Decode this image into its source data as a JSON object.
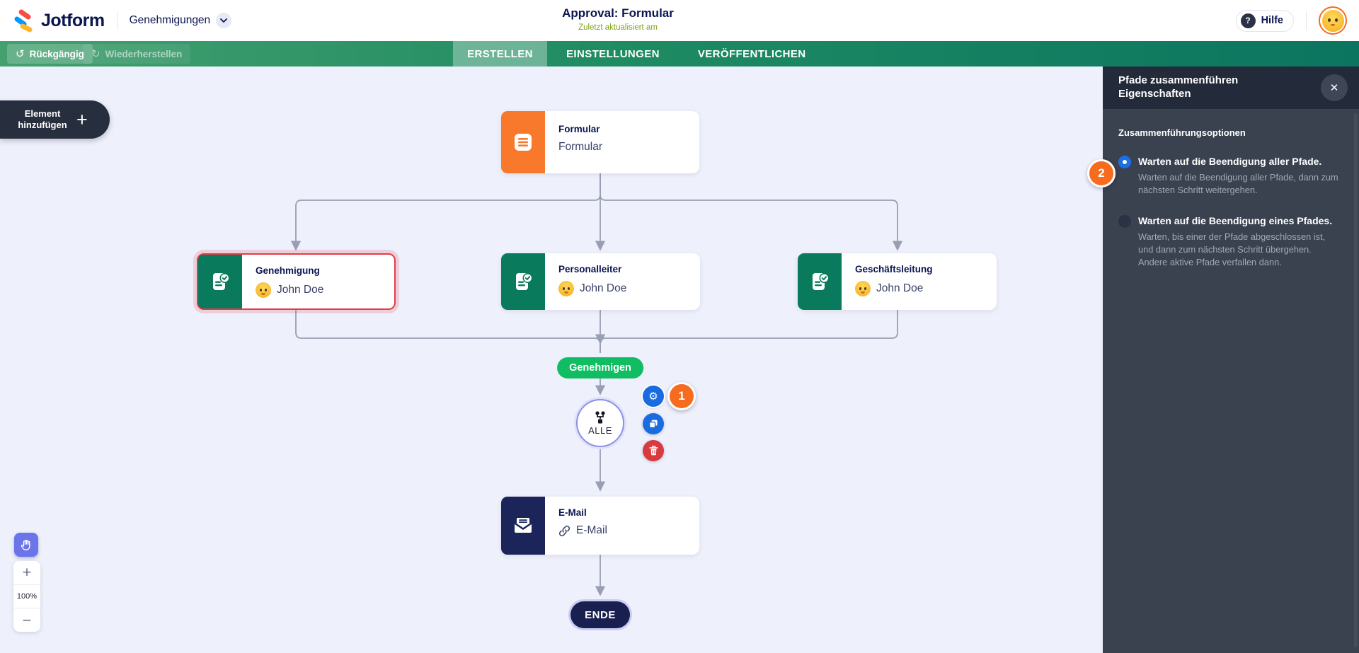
{
  "header": {
    "brand": "Jotform",
    "nav_dropdown": "Genehmigungen",
    "title": "Approval: Formular",
    "subtitle": "Zuletzt aktualisiert am",
    "help_label": "Hilfe"
  },
  "toolbar": {
    "undo_label": "Rückgängig",
    "redo_label": "Wiederherstellen",
    "tabs": [
      {
        "label": "ERSTELLEN",
        "active": true
      },
      {
        "label": "EINSTELLUNGEN",
        "active": false
      },
      {
        "label": "VERÖFFENTLICHEN",
        "active": false
      }
    ]
  },
  "canvas": {
    "add_element_label": "Element hinzufügen",
    "form_node": {
      "title": "Formular",
      "subtitle": "Formular"
    },
    "approval_nodes": [
      {
        "title": "Genehmigung",
        "assignee": "John Doe",
        "selected": true
      },
      {
        "title": "Personalleiter",
        "assignee": "John Doe",
        "selected": false
      },
      {
        "title": "Geschäftsleitung",
        "assignee": "John Doe",
        "selected": false
      }
    ],
    "branch_label": "Genehmigen",
    "merge_node": {
      "label": "ALLE"
    },
    "email_node": {
      "title": "E-Mail",
      "subtitle": "E-Mail"
    },
    "end_label": "ENDE",
    "step_badge": "1",
    "zoom_level": "100%"
  },
  "panel": {
    "title": "Pfade zusammenführen Eigenschaften",
    "section_title": "Zusammenführungsoptionen",
    "step_badge": "2",
    "options": [
      {
        "label": "Warten auf die Beendigung aller Pfade.",
        "description": "Warten auf die Beendigung aller Pfade, dann zum nächsten Schritt weitergehen.",
        "selected": true
      },
      {
        "label": "Warten auf die Beendigung eines Pfades.",
        "description": "Warten, bis einer der Pfade abgeschlossen ist, und dann zum nächsten Schritt übergehen. Andere aktive Pfade verfallen dann.",
        "selected": false
      }
    ]
  },
  "icons": {
    "undo": "↺",
    "redo": "↻",
    "help": "?",
    "gear": "⚙",
    "close": "✕",
    "plus": "+",
    "minus": "−",
    "add_plus": "+"
  },
  "colors": {
    "brand_navy": "#0a1551",
    "toolbar_green": "#1d8a62",
    "node_green": "#0a7a5c",
    "form_orange": "#f8792b",
    "email_navy": "#1b2559",
    "branch_green": "#10bd62",
    "action_blue": "#1a6be0",
    "delete_red": "#d93a3d",
    "badge_orange": "#f66b1e",
    "selected_red": "#e23c44",
    "panel_bg": "#3a4250",
    "panel_header_bg": "#232a3a",
    "canvas_bg": "#eef0fb",
    "connector_gray": "#999fb3"
  }
}
